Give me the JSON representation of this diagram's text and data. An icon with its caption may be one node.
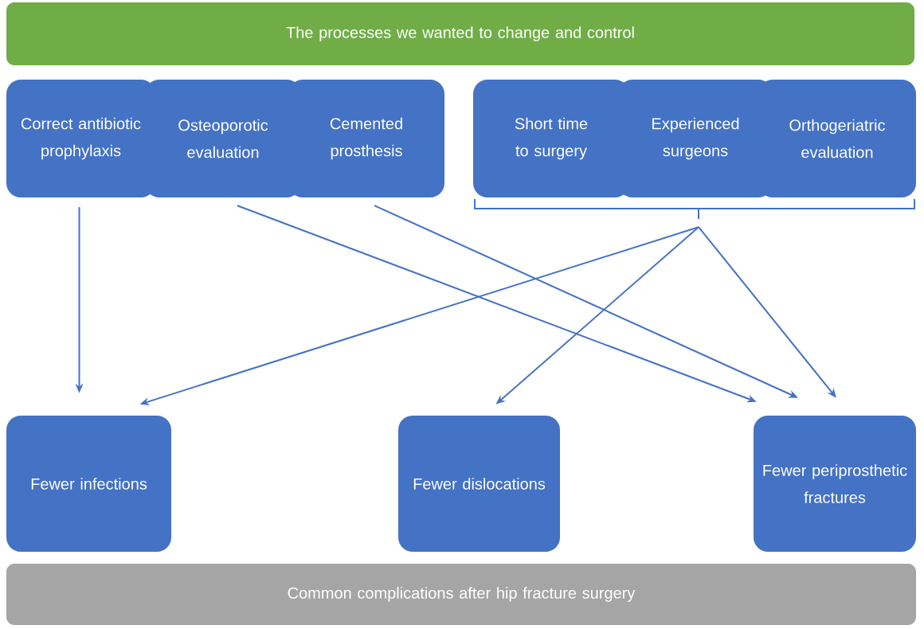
{
  "diagram": {
    "nodes": [
      {
        "text": [
          "The processes we wanted to change and control"
        ]
      },
      {
        "text": [
          "Correct antibiotic prophylaxis"
        ]
      },
      {
        "text": [
          "Osteoporotic evaluation"
        ]
      },
      {
        "text": [
          "Cemented prosthesis"
        ]
      },
      {
        "text": [
          "Short time to surgery"
        ]
      },
      {
        "text": [
          "Experienced surgeons"
        ]
      },
      {
        "text": [
          "Orthogeriatric evaluation"
        ]
      },
      {
        "text": [],
        "shape": "bracket"
      },
      {
        "text": [
          "Fewer infections"
        ]
      },
      {
        "text": [
          "Fewer dislocations"
        ]
      },
      {
        "text": [
          "Fewer periprosthetic fractures"
        ]
      },
      {
        "text": [
          "Common complications after hip fracture surgery"
        ]
      }
    ],
    "edges": [
      {
        "from": 1,
        "to": 8,
        "arrow": "to"
      },
      {
        "from": 2,
        "to": 10,
        "arrow": "to"
      },
      {
        "from": 3,
        "to": 10,
        "arrow": "to"
      },
      {
        "from": 7,
        "to": 8,
        "arrow": "to"
      },
      {
        "from": 7,
        "to": 9,
        "arrow": "to"
      },
      {
        "from": 7,
        "to": 10,
        "arrow": "to"
      }
    ]
  }
}
